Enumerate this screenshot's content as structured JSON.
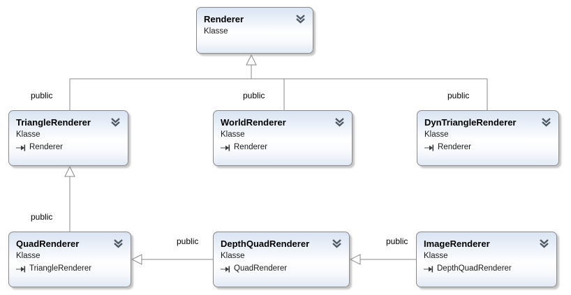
{
  "diagram": {
    "type": "class-diagram",
    "nodes": [
      {
        "id": "renderer",
        "title": "Renderer",
        "stereotype": "Klasse",
        "base": null
      },
      {
        "id": "triangle-renderer",
        "title": "TriangleRenderer",
        "stereotype": "Klasse",
        "base": "Renderer"
      },
      {
        "id": "world-renderer",
        "title": "WorldRenderer",
        "stereotype": "Klasse",
        "base": "Renderer"
      },
      {
        "id": "dyntriangle-renderer",
        "title": "DynTriangleRenderer",
        "stereotype": "Klasse",
        "base": "Renderer"
      },
      {
        "id": "quad-renderer",
        "title": "QuadRenderer",
        "stereotype": "Klasse",
        "base": "TriangleRenderer"
      },
      {
        "id": "depthquad-renderer",
        "title": "DepthQuadRenderer",
        "stereotype": "Klasse",
        "base": "QuadRenderer"
      },
      {
        "id": "image-renderer",
        "title": "ImageRenderer",
        "stereotype": "Klasse",
        "base": "DepthQuadRenderer"
      }
    ],
    "edges": [
      {
        "from": "TriangleRenderer",
        "to": "Renderer",
        "label": "public"
      },
      {
        "from": "WorldRenderer",
        "to": "Renderer",
        "label": "public"
      },
      {
        "from": "DynTriangleRenderer",
        "to": "Renderer",
        "label": "public"
      },
      {
        "from": "QuadRenderer",
        "to": "TriangleRenderer",
        "label": "public"
      },
      {
        "from": "DepthQuadRenderer",
        "to": "QuadRenderer",
        "label": "public"
      },
      {
        "from": "ImageRenderer",
        "to": "DepthQuadRenderer",
        "label": "public"
      }
    ],
    "colors": {
      "node_fill_top": "#d9e3f2",
      "node_fill_bottom": "#e2e9f4",
      "node_border": "#898989",
      "connector": "#8a8a8a",
      "chevron": "#4e5a66",
      "text": "#000000"
    }
  }
}
